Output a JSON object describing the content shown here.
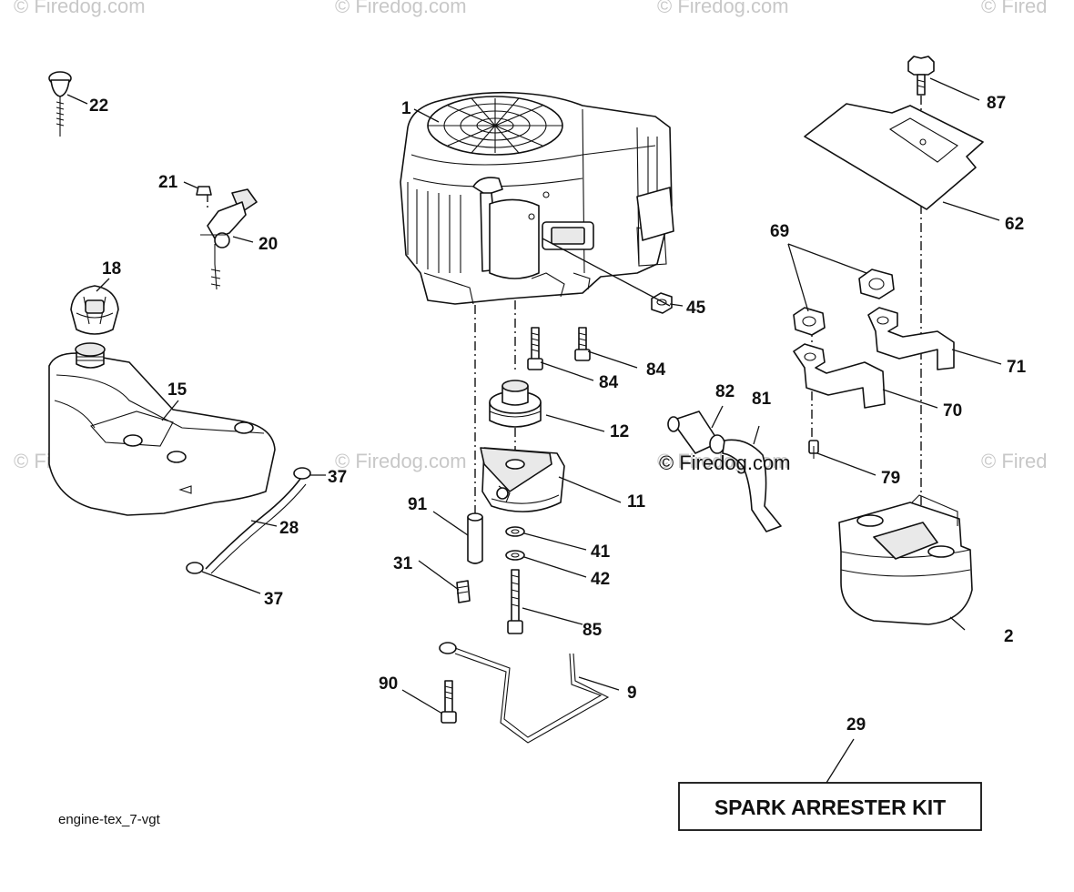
{
  "watermarks": {
    "top": [
      "© Firedog.com",
      "© Firedog.com",
      "© Firedog.com",
      "© Fired"
    ],
    "middle": [
      "© Firedog.com",
      "© Firedog.com",
      "© Firedog.com",
      "© Fired"
    ],
    "center": "© Firedog.com"
  },
  "callouts": {
    "c1": "1",
    "c2": "2",
    "c9": "9",
    "c11": "11",
    "c12": "12",
    "c15": "15",
    "c18": "18",
    "c20": "20",
    "c21": "21",
    "c22": "22",
    "c28": "28",
    "c29": "29",
    "c31": "31",
    "c37a": "37",
    "c37b": "37",
    "c41": "41",
    "c42": "42",
    "c45": "45",
    "c62": "62",
    "c69": "69",
    "c70": "70",
    "c71": "71",
    "c79": "79",
    "c81": "81",
    "c82": "82",
    "c84a": "84",
    "c84b": "84",
    "c85": "85",
    "c87": "87",
    "c90": "90",
    "c91": "91"
  },
  "kit_label": "SPARK ARRESTER KIT",
  "caption": "engine-tex_7-vgt"
}
